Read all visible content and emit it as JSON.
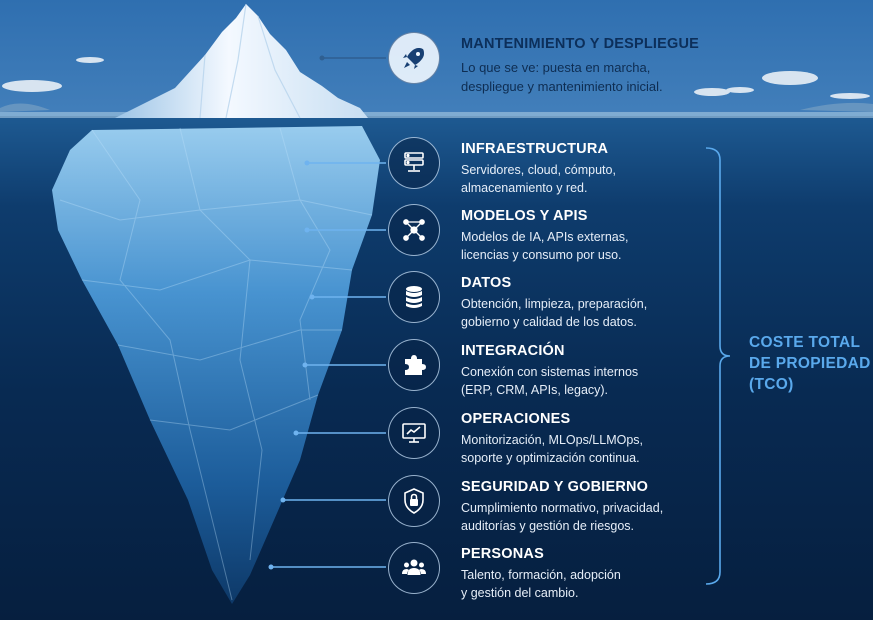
{
  "top_item": {
    "title": "MANTENIMIENTO Y DESPLIEGUE",
    "desc_line1": "Lo que se ve: puesta en marcha,",
    "desc_line2": "despliegue y mantenimiento inicial.",
    "icon": "rocket-icon"
  },
  "items": [
    {
      "title": "INFRAESTRUCTURA",
      "desc_line1": "Servidores, cloud, cómputo,",
      "desc_line2": "almacenamiento y red.",
      "icon": "server-icon"
    },
    {
      "title": "MODELOS Y APIS",
      "desc_line1": "Modelos de IA, APIs externas,",
      "desc_line2": "licencias y consumo por uso.",
      "icon": "network-icon"
    },
    {
      "title": "DATOS",
      "desc_line1": "Obtención, limpieza, preparación,",
      "desc_line2": "gobierno y calidad de los datos.",
      "icon": "database-icon"
    },
    {
      "title": "INTEGRACIÓN",
      "desc_line1": "Conexión con sistemas internos",
      "desc_line2": "(ERP, CRM, APIs, legacy).",
      "icon": "puzzle-icon"
    },
    {
      "title": "OPERACIONES",
      "desc_line1": "Monitorización, MLOps/LLMOps,",
      "desc_line2": "soporte y optimización continua.",
      "icon": "monitor-chart-icon"
    },
    {
      "title": "SEGURIDAD Y GOBIERNO",
      "desc_line1": "Cumplimiento normativo, privacidad,",
      "desc_line2": "auditorías y gestión de riesgos.",
      "icon": "lock-shield-icon"
    },
    {
      "title": "PERSONAS",
      "desc_line1": "Talento, formación, adopción",
      "desc_line2": "y gestión del cambio.",
      "icon": "people-icon"
    }
  ],
  "tco": {
    "line1": "COSTE TOTAL",
    "line2": "DE PROPIEDAD",
    "line3": "(TCO)"
  },
  "colors": {
    "sky": "#5d95c9",
    "deep_water": "#082a52",
    "tco_accent": "#5aa9ec",
    "connector": "#6fb3ef",
    "title_text": "#ffffff"
  }
}
